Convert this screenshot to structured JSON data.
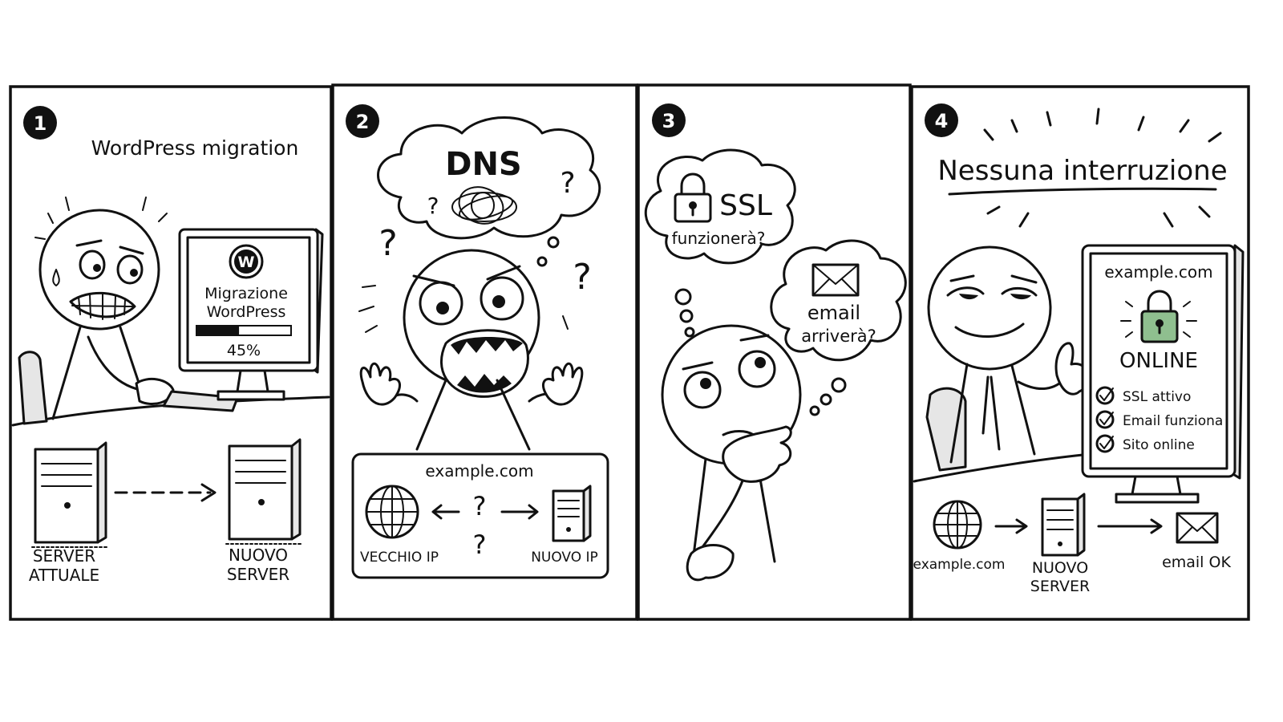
{
  "colors": {
    "ink": "#111111",
    "paper": "#ffffff",
    "lock_accent": "#8fbf8f"
  },
  "panel1": {
    "number": "1",
    "title": "WordPress migration",
    "screen_line1": "Migrazione",
    "screen_line2": "WordPress",
    "progress_label": "45%",
    "progress_value": 0.45,
    "logo_icon": "wordpress-logo",
    "server_old_line1": "SERVER",
    "server_old_line2": "ATTUALE",
    "server_new_line1": "NUOVO",
    "server_new_line2": "SERVER"
  },
  "panel2": {
    "number": "2",
    "thought_title": "DNS",
    "q": "?",
    "domain": "example.com",
    "old_ip": "VECCHIO IP",
    "new_ip": "NUOVO IP",
    "globe_icon": "globe-icon",
    "server_icon": "server-icon"
  },
  "panel3": {
    "number": "3",
    "ssl_label": "SSL",
    "ssl_question": "funzionerà?",
    "email_line1": "email",
    "email_line2": "arriverà?",
    "lock_icon": "lock-icon",
    "envelope_icon": "envelope-icon"
  },
  "panel4": {
    "number": "4",
    "title": "Nessuna interruzione",
    "screen_domain": "example.com",
    "status": "ONLINE",
    "checks": [
      "SSL attivo",
      "Email funziona",
      "Sito online"
    ],
    "flow_domain": "example.com",
    "flow_server_line1": "NUOVO",
    "flow_server_line2": "SERVER",
    "flow_email": "email OK",
    "lock_icon": "lock-icon",
    "check_icon": "check-circle-icon"
  }
}
